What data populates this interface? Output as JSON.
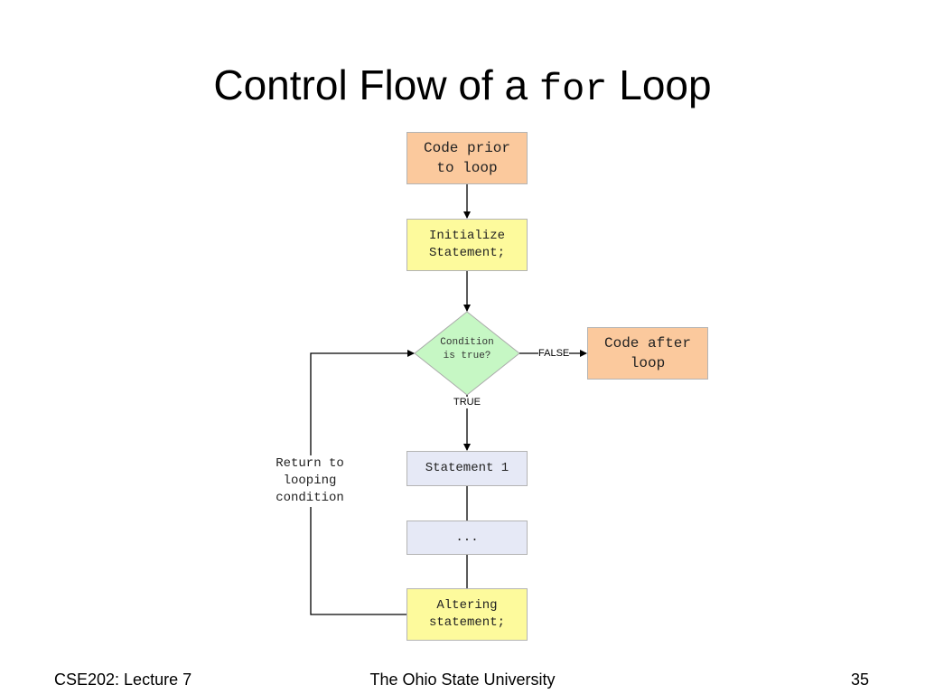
{
  "slide": {
    "title_before": "Control Flow of a ",
    "title_code": "for",
    "title_after": " Loop"
  },
  "flowchart": {
    "code_prior": "Code prior\nto loop",
    "initialize": "Initialize\nStatement;",
    "condition": "Condition\nis true?",
    "false_label": "FALSE",
    "true_label": "TRUE",
    "code_after": "Code after\nloop",
    "statement1": "Statement 1",
    "ellipsis": "...",
    "altering": "Altering\nstatement;",
    "return_note": "Return to\nlooping\ncondition"
  },
  "colors": {
    "orange": "#fbc99d",
    "yellow": "#fdfa9c",
    "green": "#c6f7c4",
    "blue": "#e6e9f6"
  },
  "footer": {
    "course": "CSE202: Lecture 7",
    "university": "The Ohio State University",
    "page_number": "35"
  }
}
